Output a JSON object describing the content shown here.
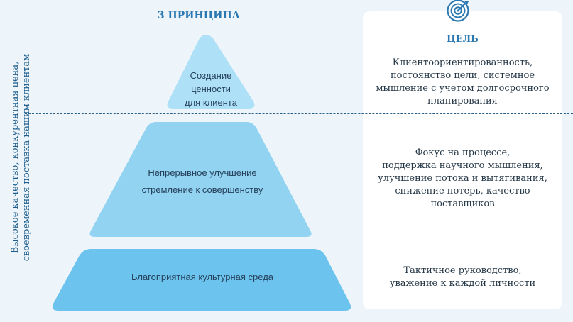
{
  "vertical_label": {
    "line1": "Высокое качество, конкурентная цена,",
    "line2": "своевременная поставка нашим клиентам"
  },
  "heading": "3 ПРИНЦИПА",
  "pyramid": {
    "top": [
      "Создание",
      "ценности",
      "для клиента"
    ],
    "middle": [
      "Непрерывное улучшение",
      "стремление к совершенству"
    ],
    "bottom": [
      "Благоприятная культурная среда"
    ]
  },
  "goal": {
    "icon": "target-icon",
    "title": "ЦЕЛЬ",
    "items": [
      [
        "Клиентоориентированность,",
        "постоянство цели, системное",
        "мышление с учетом долгосрочного",
        "планирования"
      ],
      [
        "Фокус на процессе,",
        "поддержка научного мышления,",
        "улучшение потока и вытягивания,",
        "снижение потерь, качество",
        "поставщиков"
      ],
      [
        "Тактичное руководство,",
        "уважение к каждой личности"
      ]
    ]
  },
  "colors": {
    "background": "#edf5fb",
    "top_tier": "#aee0f7",
    "middle_tier": "#93d3f2",
    "bottom_tier": "#6cc4ee",
    "accent": "#2a78b2",
    "dashed_line": "#2c5f86"
  }
}
